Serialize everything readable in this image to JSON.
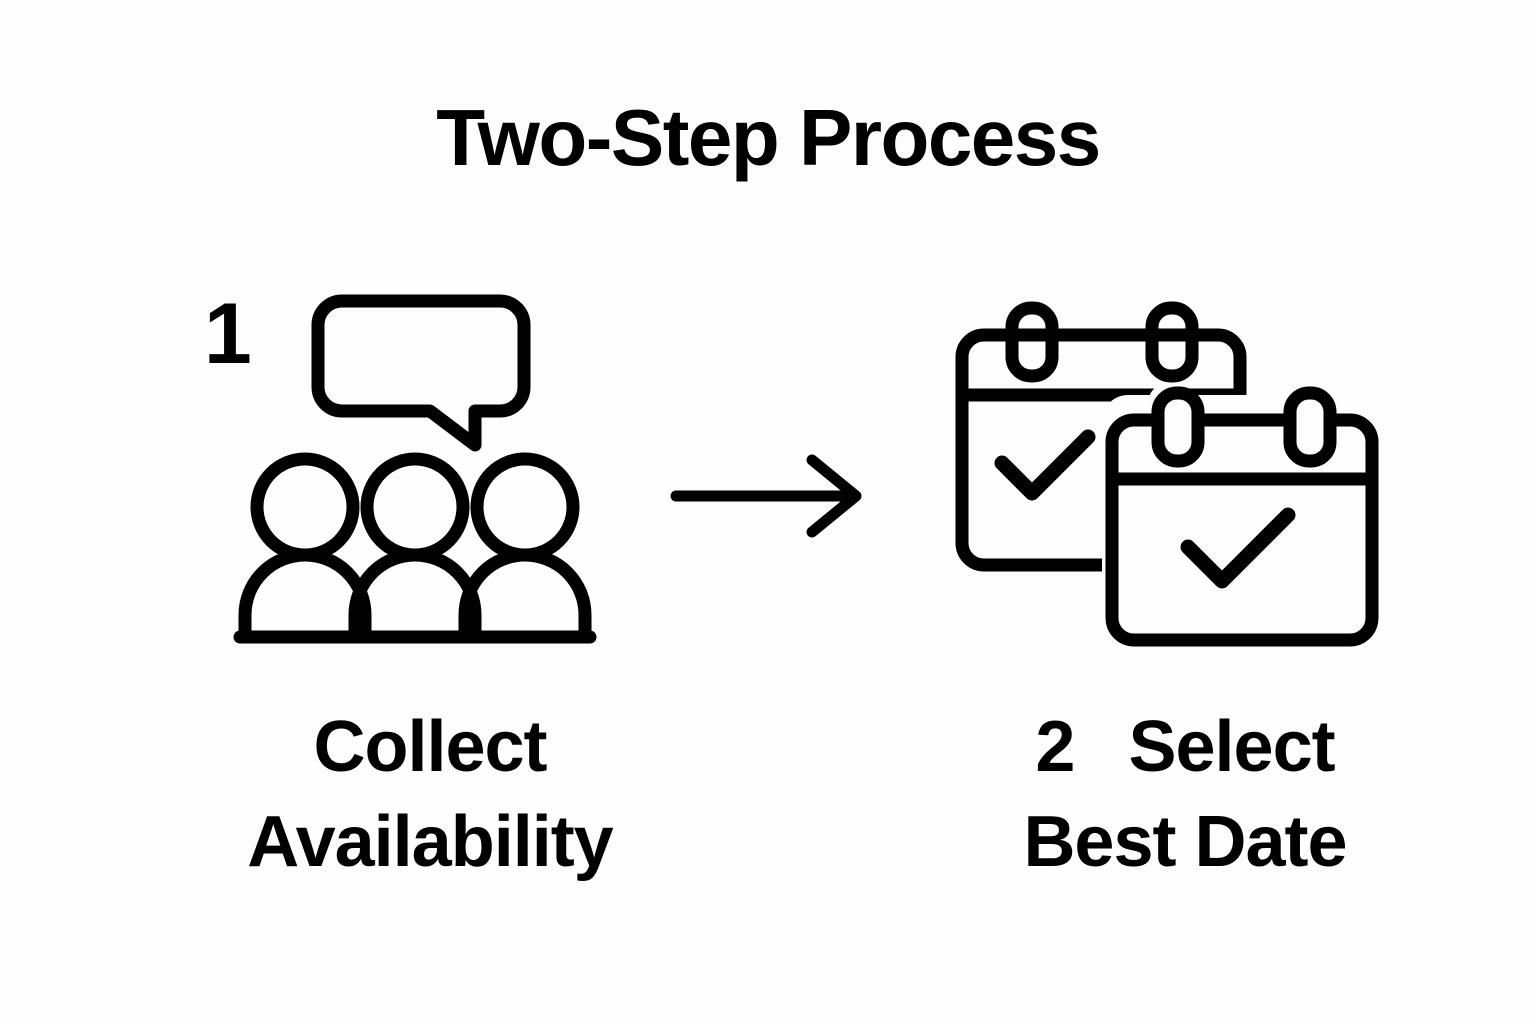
{
  "page": {
    "title": "Two-Step Process",
    "background_color": "#fdfdfd",
    "ink_color": "#000000"
  },
  "steps": [
    {
      "number": "1",
      "caption_line1": "Collect",
      "caption_line2": "Availability",
      "icon": "people-with-speech-bubble-icon"
    },
    {
      "number": "2",
      "caption_line1": "Select",
      "caption_line2": "Best Date",
      "icon": "two-calendars-with-checkmarks-icon"
    }
  ],
  "connector": {
    "icon": "right-arrow-icon"
  }
}
